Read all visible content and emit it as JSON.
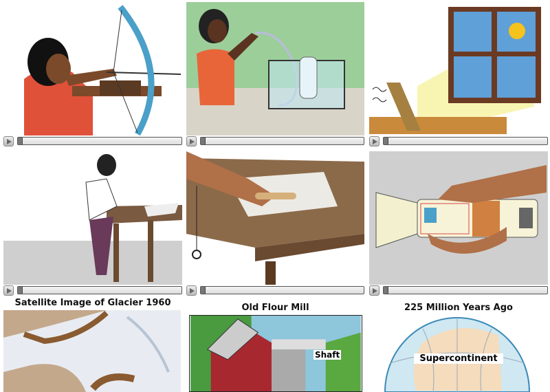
{
  "videos": [
    {
      "name": "archer-drawing-bow",
      "progress": 0
    },
    {
      "name": "student-water-bottle-tank",
      "progress": 0
    },
    {
      "name": "sunlight-through-window",
      "progress": 0
    },
    {
      "name": "girl-rubbing-table",
      "progress": 0
    },
    {
      "name": "hand-rubbing-paper-on-table",
      "progress": 0
    },
    {
      "name": "flashlight-in-hand",
      "progress": 0
    }
  ],
  "images": [
    {
      "title": "Satellite Image of Glacier 1960"
    },
    {
      "title": "Old Flour Mill",
      "label": "Shaft"
    },
    {
      "title": "225 Million Years Ago",
      "label": "Supercontinent"
    }
  ]
}
